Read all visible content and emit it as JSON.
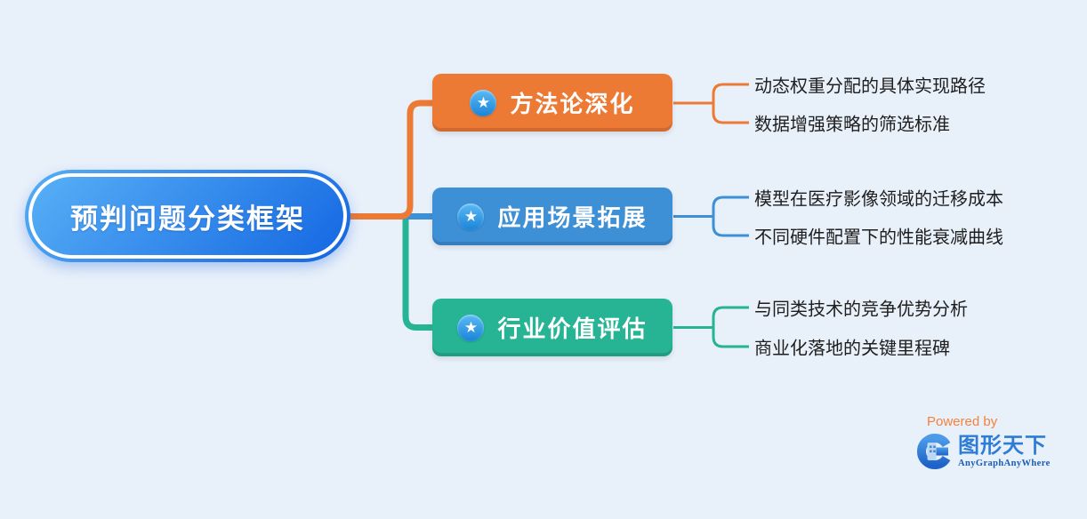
{
  "page": {
    "bg_color": "#E8F0FA"
  },
  "root": {
    "label": "预判问题分类框架",
    "gradient_from": "#55AEF5",
    "gradient_to": "#1465E0",
    "ring_color": "#FFFFFF"
  },
  "icons": {
    "star": "★"
  },
  "branches": [
    {
      "label": "方法论深化",
      "color": "#EC7A35",
      "children": [
        "动态权重分配的具体实现路径",
        "数据增强策略的筛选标准"
      ]
    },
    {
      "label": "应用场景拓展",
      "color": "#3D8FD6",
      "children": [
        "模型在医疗影像领域的迁移成本",
        "不同硬件配置下的性能衰减曲线"
      ]
    },
    {
      "label": "行业价值评估",
      "color": "#26B495",
      "children": [
        "与同类技术的竞争优势分析",
        "商业化落地的关键里程碑"
      ]
    }
  ],
  "footer": {
    "powered_by": "Powered by",
    "powered_by_color": "#F5813B",
    "brand_name": "图形天下",
    "brand_tagline": "AnyGraphAnyWhere",
    "brand_color": "#2E7CD6",
    "tagline_color": "#1A5CB8"
  }
}
